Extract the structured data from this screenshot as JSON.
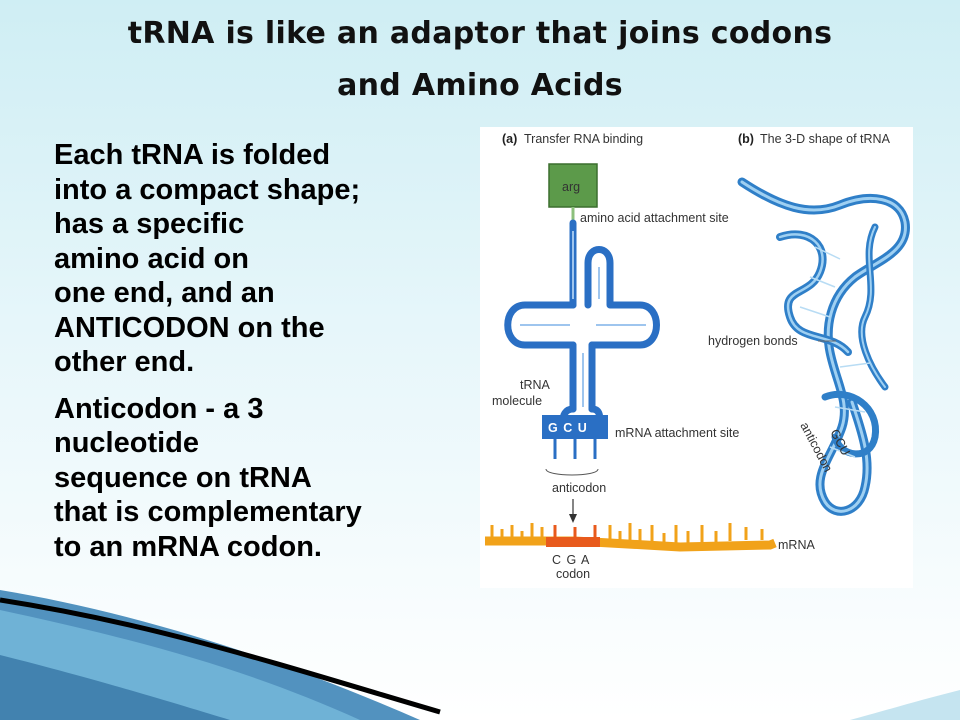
{
  "title": {
    "line1": "tRNA is like an adaptor that joins codons",
    "line2": "and Amino Acids"
  },
  "body": {
    "para1": [
      "Each tRNA is folded",
      "into a compact shape;",
      "has a specific",
      "amino acid on",
      "one end, and an",
      "ANTICODON on the",
      "other end."
    ],
    "para2": [
      "Anticodon -  a 3",
      "nucleotide",
      "sequence on tRNA",
      "that is complementary",
      "to an mRNA codon."
    ]
  },
  "figure": {
    "panel_a_tag": "(a)",
    "panel_a_title": "Transfer RNA binding",
    "panel_b_tag": "(b)",
    "panel_b_title": "The 3-D shape of tRNA",
    "amino_acid": "arg",
    "amino_acid_site": "amino acid attachment site",
    "hydrogen_bonds": "hydrogen bonds",
    "trna_label": "tRNA",
    "molecule_label": "molecule",
    "anticodon_bases": "G C U",
    "mrna_site": "mRNA attachment site",
    "anticodon_label": "anticodon",
    "codon_bases": "C G A",
    "codon_label": "codon",
    "mrna_label": "mRNA",
    "gcu_3d": "GCU",
    "anticodon_3d": "anticodon"
  },
  "colors": {
    "title_text": "#111111",
    "background_top": "#cfeef4",
    "trna_blue": "#2a6fc4",
    "amino_green": "#5c9a4a",
    "mrna_orange": "#f1a21a",
    "codon_red": "#e85a1c",
    "swoosh_blue": "#3f86b8"
  }
}
